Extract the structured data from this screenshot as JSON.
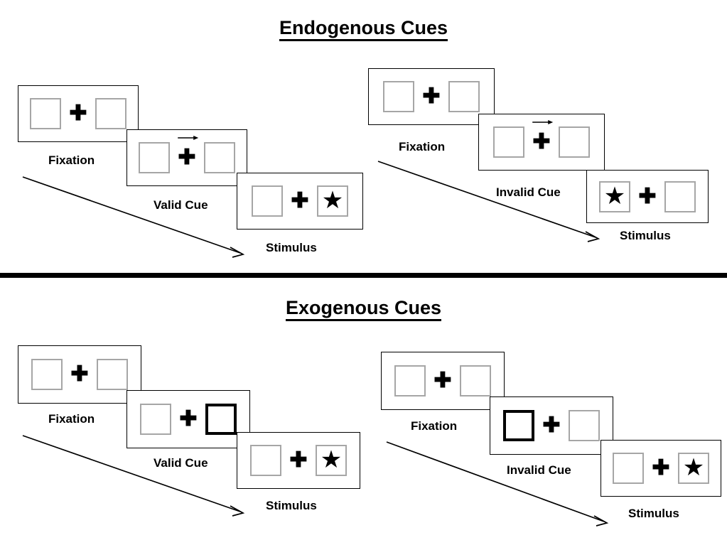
{
  "figure": {
    "type": "posner-cueing-paradigm-diagram",
    "background_color": "#ffffff",
    "outline_color": "#000000",
    "box_border_color": "#a6a6a6",
    "cued_box_border_color": "#000000"
  },
  "sections": [
    {
      "id": "endogenous",
      "title": "Endogenous Cues",
      "groups": [
        {
          "id": "endogenous-valid",
          "cue_type": "arrow",
          "validity": "valid",
          "panels": [
            {
              "caption": "Fixation",
              "cue": "none",
              "left_box": "empty",
              "right_box": "empty"
            },
            {
              "caption": "Valid Cue",
              "cue": "arrow-right",
              "left_box": "empty",
              "right_box": "empty"
            },
            {
              "caption": "Stimulus",
              "cue": "none",
              "left_box": "empty",
              "right_box": "star"
            }
          ]
        },
        {
          "id": "endogenous-invalid",
          "cue_type": "arrow",
          "validity": "invalid",
          "panels": [
            {
              "caption": "Fixation",
              "cue": "none",
              "left_box": "empty",
              "right_box": "empty"
            },
            {
              "caption": "Invalid Cue",
              "cue": "arrow-right",
              "left_box": "empty",
              "right_box": "empty"
            },
            {
              "caption": "Stimulus",
              "cue": "none",
              "left_box": "star",
              "right_box": "empty"
            }
          ]
        }
      ]
    },
    {
      "id": "exogenous",
      "title": "Exogenous Cues",
      "groups": [
        {
          "id": "exogenous-valid",
          "cue_type": "peripheral-box",
          "validity": "valid",
          "panels": [
            {
              "caption": "Fixation",
              "cue": "none",
              "left_box": "empty",
              "right_box": "empty"
            },
            {
              "caption": "Valid Cue",
              "cue": "box-right",
              "left_box": "empty",
              "right_box": "cued"
            },
            {
              "caption": "Stimulus",
              "cue": "none",
              "left_box": "empty",
              "right_box": "star"
            }
          ]
        },
        {
          "id": "exogenous-invalid",
          "cue_type": "peripheral-box",
          "validity": "invalid",
          "panels": [
            {
              "caption": "Fixation",
              "cue": "none",
              "left_box": "empty",
              "right_box": "empty"
            },
            {
              "caption": "Invalid Cue",
              "cue": "box-left",
              "left_box": "cued",
              "right_box": "empty"
            },
            {
              "caption": "Stimulus",
              "cue": "none",
              "left_box": "empty",
              "right_box": "star"
            }
          ]
        }
      ]
    }
  ],
  "glyphs": {
    "fixation_cross": "✚",
    "star": "★"
  },
  "icons": {
    "time_arrow": "diagonal-arrow-down-right",
    "cue_arrow": "arrow-right"
  }
}
